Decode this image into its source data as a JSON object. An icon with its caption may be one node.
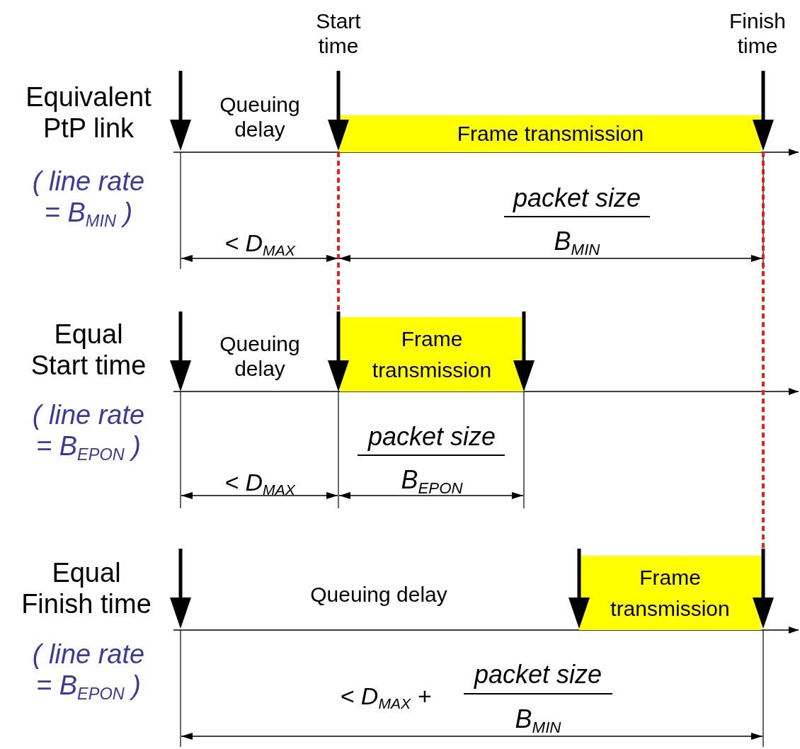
{
  "diagram": {
    "nodes": [
      {
        "text": [
          "Frame transmission"
        ]
      },
      {
        "text": [
          "Frame transmission"
        ]
      },
      {
        "text": [
          "Frame transmission"
        ]
      }
    ],
    "labels": [
      "Start time",
      "Finish time",
      "Equivalent PtP link",
      "( line rate = B$_{MIN}$ )",
      "Queuing delay",
      "< D$_{MAX}$",
      "packet size",
      "B$_{MIN}$",
      "Equal Start time",
      "( line rate = B$_{EPON}$ )",
      "Queuing delay",
      "< D$_{MAX}$",
      "packet size",
      "B$_{EPON}$",
      "Equal Finish time",
      "( line rate = B$_{EPON}$ )",
      "Queuing delay",
      "< D$_{MAX}$ +",
      "packet size",
      "B$_{MIN}$"
    ]
  }
}
